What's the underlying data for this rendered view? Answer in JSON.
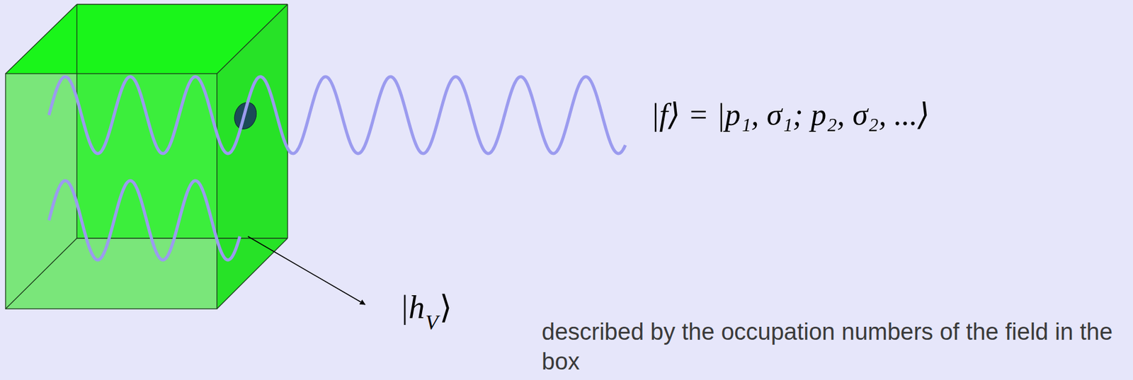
{
  "diagram": {
    "labels": [
      "|f⟩ = |p₁, σ₁; p₂, σ₂, ...⟩",
      "|h",
      "V",
      "⟩",
      "described by the occupation numbers of the field in the box"
    ]
  }
}
